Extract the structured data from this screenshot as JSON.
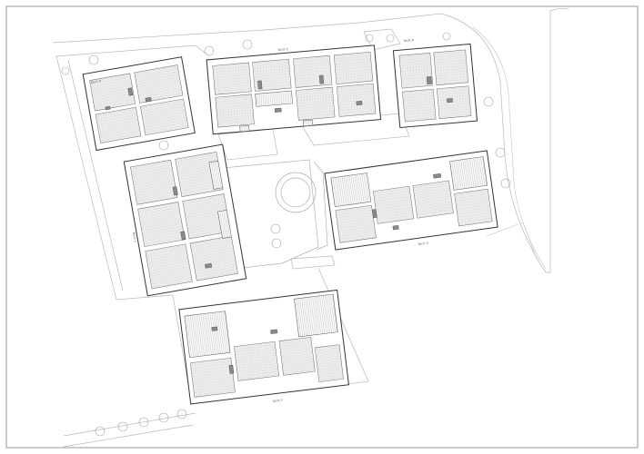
{
  "labels": {
    "bloc_a": "BLOC A",
    "bloc_b": "BLOC B",
    "bloc_c": "BLOC C",
    "bloc_d": "BLOC D",
    "bloc_e": "BLOC E",
    "bloc_f": "BLOC F"
  },
  "colors": {
    "frame": "#9a9a9a",
    "walls": "#333333",
    "hatch": "#cfcfcf",
    "cores": "#8a8a8a",
    "landscape": "#a6a6a6"
  }
}
